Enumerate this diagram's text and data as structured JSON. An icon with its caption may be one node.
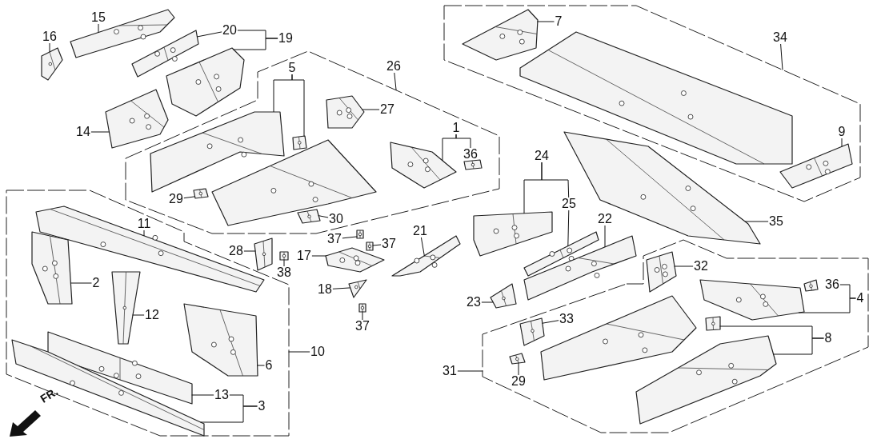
{
  "diagram": {
    "nodes": [
      {
        "text": [],
        "shape": "box"
      },
      {
        "text": [],
        "shape": "box"
      },
      {
        "text": [],
        "shape": "box"
      },
      {
        "text": [],
        "shape": "box"
      },
      {
        "text": [
          "15"
        ]
      },
      {
        "text": [
          "16"
        ]
      },
      {
        "text": [
          "20"
        ]
      },
      {
        "text": [
          "19"
        ]
      },
      {
        "text": [
          "14"
        ]
      },
      {
        "text": [
          "5"
        ],
        "in": 1
      },
      {
        "text": [
          "26"
        ]
      },
      {
        "text": [
          "27"
        ],
        "in": 1
      },
      {
        "text": [
          "1"
        ],
        "in": 1
      },
      {
        "text": [
          "36"
        ],
        "in": 1
      },
      {
        "text": [
          "29"
        ],
        "in": 1
      },
      {
        "text": [
          "30"
        ],
        "in": 1
      },
      {
        "text": [
          "11"
        ],
        "in": 0
      },
      {
        "text": [
          "2"
        ],
        "in": 0
      },
      {
        "text": [
          "12"
        ],
        "in": 0
      },
      {
        "text": [
          "6"
        ],
        "in": 0
      },
      {
        "text": [
          "10"
        ]
      },
      {
        "text": [
          "13"
        ],
        "in": 0
      },
      {
        "text": [
          "3"
        ],
        "in": 0
      },
      {
        "text": [
          "28"
        ]
      },
      {
        "text": [
          "38"
        ]
      },
      {
        "text": [
          "37"
        ]
      },
      {
        "text": [
          "37"
        ]
      },
      {
        "text": [
          "17"
        ]
      },
      {
        "text": [
          "18"
        ]
      },
      {
        "text": [
          "37"
        ]
      },
      {
        "text": [
          "21"
        ]
      },
      {
        "text": [
          "23"
        ]
      },
      {
        "text": [
          "7"
        ],
        "in": 2
      },
      {
        "text": [
          "34"
        ]
      },
      {
        "text": [
          "9"
        ],
        "in": 2
      },
      {
        "text": [
          "24"
        ]
      },
      {
        "text": [
          "25"
        ]
      },
      {
        "text": [
          "22"
        ]
      },
      {
        "text": [
          "35"
        ]
      },
      {
        "text": [
          "32"
        ],
        "in": 3
      },
      {
        "text": [
          "36"
        ],
        "in": 3
      },
      {
        "text": [
          "4"
        ],
        "in": 3
      },
      {
        "text": [
          "33"
        ],
        "in": 3
      },
      {
        "text": [
          "8"
        ],
        "in": 3
      },
      {
        "text": [
          "31"
        ]
      },
      {
        "text": [
          "29"
        ],
        "in": 3
      },
      {
        "text": [],
        "shape": "picture"
      },
      {
        "text": [],
        "shape": "picture"
      },
      {
        "text": [],
        "shape": "picture"
      },
      {
        "text": [],
        "shape": "picture"
      },
      {
        "text": [],
        "shape": "picture"
      },
      {
        "text": [],
        "shape": "picture",
        "in": 1
      },
      {
        "text": [],
        "shape": "picture",
        "in": 1
      },
      {
        "text": [],
        "shape": "picture",
        "in": 1
      },
      {
        "text": [],
        "shape": "picture",
        "in": 1
      },
      {
        "text": [],
        "shape": "picture",
        "in": 1
      },
      {
        "text": [],
        "shape": "picture",
        "in": 1
      },
      {
        "text": [],
        "shape": "picture",
        "in": 1
      },
      {
        "text": [],
        "shape": "picture",
        "in": 1
      },
      {
        "text": [],
        "shape": "picture",
        "in": 0
      },
      {
        "text": [],
        "shape": "picture",
        "in": 0
      },
      {
        "text": [],
        "shape": "picture",
        "in": 0
      },
      {
        "text": [],
        "shape": "picture",
        "in": 0
      },
      {
        "text": [],
        "shape": "picture",
        "in": 0
      },
      {
        "text": [],
        "shape": "picture",
        "in": 0
      },
      {
        "text": [],
        "shape": "picture"
      },
      {
        "text": [],
        "shape": "picture"
      },
      {
        "text": [],
        "shape": "picture"
      },
      {
        "text": [],
        "shape": "picture"
      },
      {
        "text": [],
        "shape": "picture"
      },
      {
        "text": [],
        "shape": "picture"
      },
      {
        "text": [],
        "shape": "picture"
      },
      {
        "text": [],
        "shape": "picture"
      },
      {
        "text": [],
        "shape": "picture"
      },
      {
        "text": [],
        "shape": "picture",
        "in": 2
      },
      {
        "text": [],
        "shape": "picture",
        "in": 2
      },
      {
        "text": [],
        "shape": "picture",
        "in": 2
      },
      {
        "text": [],
        "shape": "picture"
      },
      {
        "text": [],
        "shape": "picture"
      },
      {
        "text": [],
        "shape": "picture"
      },
      {
        "text": [],
        "shape": "picture"
      },
      {
        "text": [],
        "shape": "picture",
        "in": 3
      },
      {
        "text": [],
        "shape": "picture",
        "in": 3
      },
      {
        "text": [],
        "shape": "picture",
        "in": 3
      },
      {
        "text": [],
        "shape": "picture",
        "in": 3
      },
      {
        "text": [],
        "shape": "picture",
        "in": 3
      },
      {
        "text": [],
        "shape": "picture",
        "in": 3
      },
      {
        "text": [],
        "shape": "picture",
        "in": 3
      },
      {
        "text": [],
        "shape": "picture",
        "in": 3
      }
    ],
    "edges": [
      {
        "from": 4,
        "to": 46,
        "arrow": "none"
      },
      {
        "from": 5,
        "to": 47,
        "arrow": "none"
      },
      {
        "from": 6,
        "to": 48,
        "arrow": "none"
      },
      {
        "from": 7,
        "to": 6,
        "arrow": "none"
      },
      {
        "from": 7,
        "to": 49,
        "arrow": "none"
      },
      {
        "from": 8,
        "to": 50,
        "arrow": "none"
      },
      {
        "from": 9,
        "to": 51,
        "arrow": "none"
      },
      {
        "from": 9,
        "to": 52,
        "arrow": "none"
      },
      {
        "from": 10,
        "to": 1,
        "arrow": "none"
      },
      {
        "from": 11,
        "to": 54,
        "arrow": "none"
      },
      {
        "from": 12,
        "to": 55,
        "arrow": "none"
      },
      {
        "from": 12,
        "to": 13,
        "arrow": "none"
      },
      {
        "from": 14,
        "to": 57,
        "arrow": "none"
      },
      {
        "from": 15,
        "to": 58,
        "arrow": "none"
      },
      {
        "from": 16,
        "to": 59,
        "arrow": "none"
      },
      {
        "from": 17,
        "to": 60,
        "arrow": "none"
      },
      {
        "from": 18,
        "to": 61,
        "arrow": "none"
      },
      {
        "from": 19,
        "to": 62,
        "arrow": "none"
      },
      {
        "from": 20,
        "to": 0,
        "arrow": "none"
      },
      {
        "from": 21,
        "to": 63,
        "arrow": "none"
      },
      {
        "from": 22,
        "to": 21,
        "arrow": "none"
      },
      {
        "from": 22,
        "to": 64,
        "arrow": "none"
      },
      {
        "from": 23,
        "to": 65,
        "arrow": "none"
      },
      {
        "from": 24,
        "to": 66,
        "arrow": "none"
      },
      {
        "from": 25,
        "to": 67,
        "arrow": "none"
      },
      {
        "from": 26,
        "to": 68,
        "arrow": "none"
      },
      {
        "from": 27,
        "to": 69,
        "arrow": "none"
      },
      {
        "from": 28,
        "to": 70,
        "arrow": "none"
      },
      {
        "from": 29,
        "to": 71,
        "arrow": "none"
      },
      {
        "from": 30,
        "to": 72,
        "arrow": "none"
      },
      {
        "from": 31,
        "to": 73,
        "arrow": "none"
      },
      {
        "from": 32,
        "to": 74,
        "arrow": "none"
      },
      {
        "from": 33,
        "to": 2,
        "arrow": "none"
      },
      {
        "from": 34,
        "to": 76,
        "arrow": "none"
      },
      {
        "from": 35,
        "to": 77,
        "arrow": "none"
      },
      {
        "from": 35,
        "to": 36,
        "arrow": "none"
      },
      {
        "from": 36,
        "to": 78,
        "arrow": "none"
      },
      {
        "from": 37,
        "to": 79,
        "arrow": "none"
      },
      {
        "from": 38,
        "to": 80,
        "arrow": "none"
      },
      {
        "from": 39,
        "to": 81,
        "arrow": "none"
      },
      {
        "from": 41,
        "to": 40,
        "arrow": "none"
      },
      {
        "from": 41,
        "to": 83,
        "arrow": "none"
      },
      {
        "from": 42,
        "to": 84,
        "arrow": "none"
      },
      {
        "from": 43,
        "to": 86,
        "arrow": "none"
      },
      {
        "from": 43,
        "to": 87,
        "arrow": "none"
      },
      {
        "from": 44,
        "to": 3,
        "arrow": "none"
      },
      {
        "from": 45,
        "to": 88,
        "arrow": "none"
      }
    ],
    "labels": [
      "FR."
    ]
  }
}
